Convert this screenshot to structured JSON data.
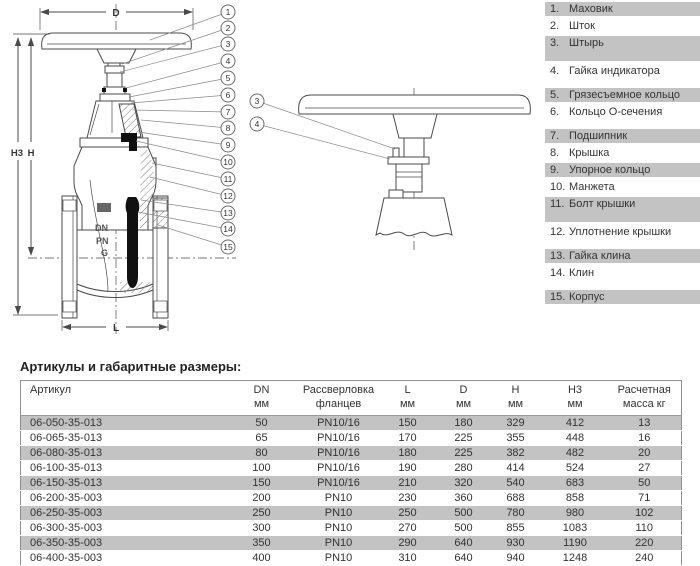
{
  "drawing": {
    "dimension_labels": {
      "d": "D",
      "h3": "H3",
      "h": "H",
      "l": "L"
    },
    "body_markings": {
      "dn": "DN",
      "pn": "PN",
      "g": "G"
    },
    "main_callouts": [
      "1",
      "2",
      "3",
      "4",
      "5",
      "6",
      "7",
      "8",
      "9",
      "10",
      "11",
      "12",
      "13",
      "14",
      "15"
    ],
    "detail_callouts": [
      "3",
      "4"
    ]
  },
  "parts_list": {
    "items": [
      {
        "num": "1.",
        "label": "Маховик",
        "shaded": true,
        "tall": false,
        "gap_before": false
      },
      {
        "num": "2.",
        "label": "Шток",
        "shaded": false,
        "tall": false,
        "gap_before": false
      },
      {
        "num": "3.",
        "label": "Штырь",
        "shaded": true,
        "tall": true,
        "gap_before": false
      },
      {
        "num": "4.",
        "label": "Гайка индикатора",
        "shaded": false,
        "tall": false,
        "gap_before": false
      },
      {
        "num": "5.",
        "label": "Грязесъемное кольцо",
        "shaded": true,
        "tall": false,
        "gap_before": true
      },
      {
        "num": "6.",
        "label": "Кольцо О-сечения",
        "shaded": false,
        "tall": false,
        "gap_before": false
      },
      {
        "num": "7.",
        "label": "Подшипник",
        "shaded": true,
        "tall": false,
        "gap_before": true
      },
      {
        "num": "8.",
        "label": "Крышка",
        "shaded": false,
        "tall": false,
        "gap_before": false
      },
      {
        "num": "9.",
        "label": "Упорное кольцо",
        "shaded": true,
        "tall": false,
        "gap_before": false
      },
      {
        "num": "10.",
        "label": "Манжета",
        "shaded": false,
        "tall": false,
        "gap_before": false
      },
      {
        "num": "11.",
        "label": "Болт крышки",
        "shaded": true,
        "tall": true,
        "gap_before": false
      },
      {
        "num": "12.",
        "label": "Уплотнение крышки",
        "shaded": false,
        "tall": false,
        "gap_before": false
      },
      {
        "num": "13.",
        "label": "Гайка клина",
        "shaded": true,
        "tall": false,
        "gap_before": true
      },
      {
        "num": "14.",
        "label": "Клин",
        "shaded": false,
        "tall": false,
        "gap_before": false
      },
      {
        "num": "15.",
        "label": "Корпус",
        "shaded": true,
        "tall": false,
        "gap_before": true
      }
    ]
  },
  "table": {
    "title": "Артикулы и габаритные размеры:",
    "columns": [
      {
        "line1": "Артикул",
        "line2": ""
      },
      {
        "line1": "DN",
        "line2": "мм"
      },
      {
        "line1": "Рассверловка",
        "line2": "фланцев"
      },
      {
        "line1": "L",
        "line2": "мм"
      },
      {
        "line1": "D",
        "line2": "мм"
      },
      {
        "line1": "H",
        "line2": "мм"
      },
      {
        "line1": "H3",
        "line2": "мм"
      },
      {
        "line1": "Расчетная",
        "line2": "масса кг"
      }
    ],
    "rows": [
      [
        "06-050-35-013",
        "50",
        "PN10/16",
        "150",
        "180",
        "329",
        "412",
        "13"
      ],
      [
        "06-065-35-013",
        "65",
        "PN10/16",
        "170",
        "225",
        "355",
        "448",
        "16"
      ],
      [
        "06-080-35-013",
        "80",
        "PN10/16",
        "180",
        "225",
        "382",
        "482",
        "20"
      ],
      [
        "06-100-35-013",
        "100",
        "PN10/16",
        "190",
        "280",
        "414",
        "524",
        "27"
      ],
      [
        "06-150-35-013",
        "150",
        "PN10/16",
        "210",
        "320",
        "540",
        "683",
        "50"
      ],
      [
        "06-200-35-003",
        "200",
        "PN10",
        "230",
        "360",
        "688",
        "858",
        "71"
      ],
      [
        "06-250-35-003",
        "250",
        "PN10",
        "250",
        "500",
        "780",
        "980",
        "102"
      ],
      [
        "06-300-35-003",
        "300",
        "PN10",
        "270",
        "500",
        "855",
        "1083",
        "110"
      ],
      [
        "06-350-35-003",
        "350",
        "PN10",
        "290",
        "640",
        "930",
        "1190",
        "220"
      ],
      [
        "06-400-35-003",
        "400",
        "PN10",
        "310",
        "640",
        "940",
        "1248",
        "240"
      ]
    ]
  },
  "colors": {
    "shaded_row": "#c3c3c3",
    "line": "#4a4a4a",
    "table_border": "#8f8f8f"
  }
}
